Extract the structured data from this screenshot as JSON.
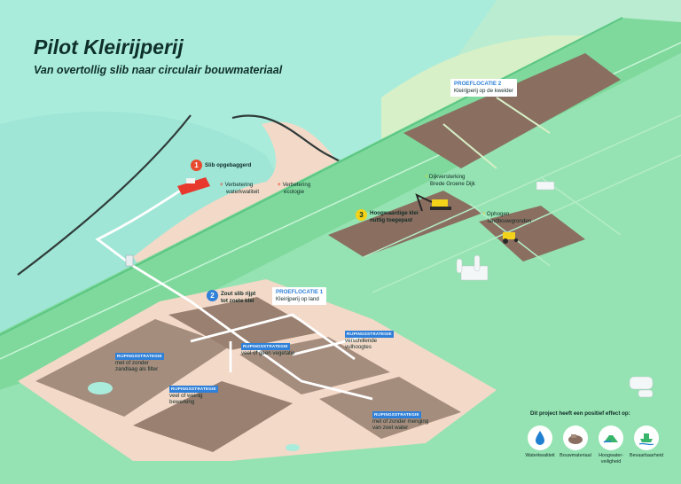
{
  "header": {
    "title": "Pilot Kleirijperij",
    "subtitle": "Van overtollig slib naar circulair bouwmateriaal"
  },
  "steps": [
    {
      "number": "1",
      "text": "Slib opgebaggerd",
      "color": "#e84a2f"
    },
    {
      "number": "2",
      "line1": "Zout slib rijpt",
      "line2": "tot zoete klei",
      "color": "#2f80d8"
    },
    {
      "number": "3",
      "line1": "Hoogwaardige klei",
      "line2": "nuttig toegepast",
      "color": "#f3d21a"
    }
  ],
  "benefits": [
    {
      "line1": "Verbetering",
      "line2": "waterkwaliteit"
    },
    {
      "line1": "Verbetering",
      "line2": "ecologie"
    }
  ],
  "locations": [
    {
      "heading": "PROEFLOCATIE 2",
      "text": "Kleirijperij op de kwelder"
    },
    {
      "heading": "PROEFLOCATIE 1",
      "text": "Kleirijperij op land"
    }
  ],
  "applications": [
    {
      "line1": "Dijkversterking",
      "line2": "Brede Groene Dijk"
    },
    {
      "line1": "Ophogen",
      "line2": "landbouwgronden"
    }
  ],
  "strategies": [
    {
      "tag": "RIJPINGSSTRATEGIE",
      "line1": "met of zonder",
      "line2": "zandlaag als filter"
    },
    {
      "tag": "RIJPINGSSTRATEGIE",
      "line1": "veel of geen vegetatie",
      "line2": ""
    },
    {
      "tag": "RIJPINGSSTRATEGIE",
      "line1": "verschillende",
      "line2": "vulhoogtes"
    },
    {
      "tag": "RIJPINGSSTRATEGIE",
      "line1": "veel of weinig",
      "line2": "bewerking"
    },
    {
      "tag": "RIJPINGSSTRATEGIE",
      "line1": "met of zonder menging",
      "line2": "van zoet water"
    }
  ],
  "effects": {
    "title": "Dit project heeft een positief effect op:",
    "items": [
      {
        "icon": "water-drop-icon",
        "line1": "Waterkwaliteit",
        "line2": ""
      },
      {
        "icon": "clay-material-icon",
        "line1": "Bouwmateriaal",
        "line2": ""
      },
      {
        "icon": "dike-safety-icon",
        "line1": "Hoogwater-",
        "line2": "veiligheid"
      },
      {
        "icon": "ship-navigation-icon",
        "line1": "Bevaarbaarheid",
        "line2": ""
      }
    ]
  },
  "colors": {
    "background": "#b9ecd0",
    "sea": "#a9ecdc",
    "sand": "#f3d9c8",
    "land": "#8fe0ae",
    "clay": "#8a6f60",
    "accent_blue": "#2f80d8",
    "accent_red": "#e84a2f",
    "accent_yellow": "#f3d21a"
  }
}
